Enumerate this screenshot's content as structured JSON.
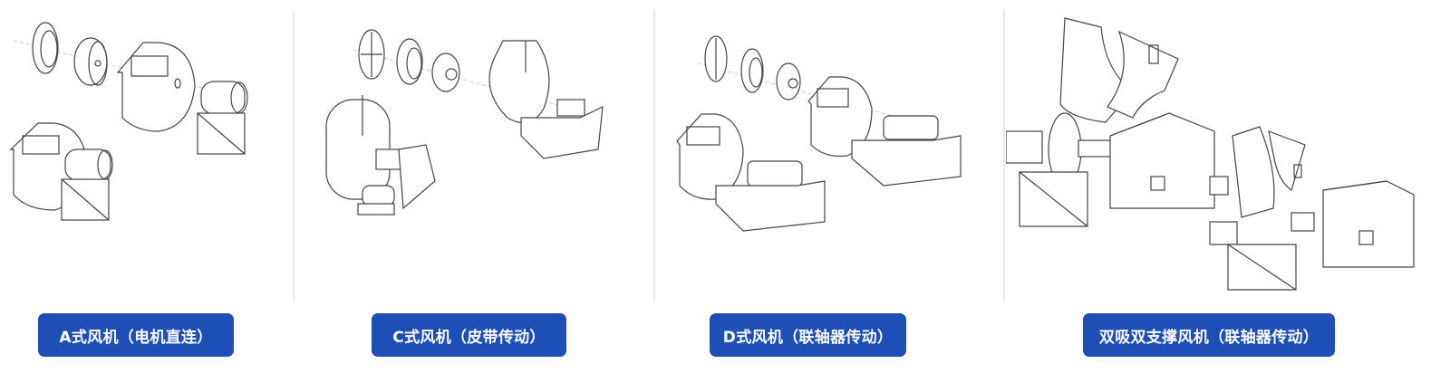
{
  "colors": {
    "button_bg": "#1e4fb6",
    "button_text": "#ffffff",
    "divider": "#e9e9e9",
    "line_art": "#444444"
  },
  "panels": [
    {
      "label": "A式风机（电机直连）",
      "illustration": "exploded-view-a-type-fan-direct-motor"
    },
    {
      "label": "C式风机（皮带传动）",
      "illustration": "exploded-view-c-type-fan-belt-drive"
    },
    {
      "label": "D式风机（联轴器传动）",
      "illustration": "exploded-view-d-type-fan-coupling-drive"
    },
    {
      "label": "双吸双支撑风机（联轴器传动）",
      "illustration": "exploded-view-double-suction-fan-coupling-drive"
    }
  ]
}
